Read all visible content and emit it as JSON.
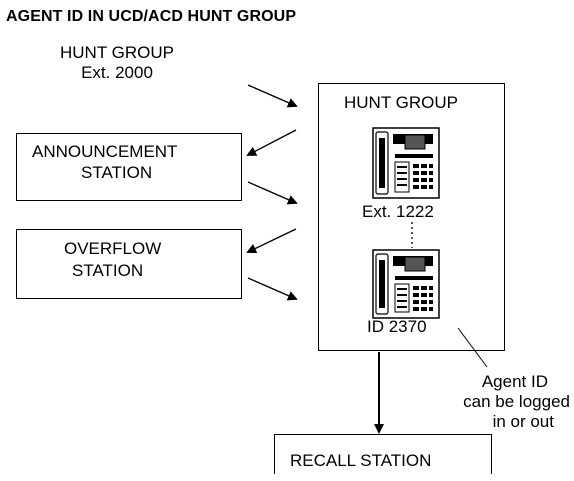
{
  "title": "AGENT ID IN UCD/ACD HUNT GROUP",
  "hunt_group_label": {
    "line1": "HUNT GROUP",
    "line2": "Ext. 2000"
  },
  "announcement_station": {
    "line1": "ANNOUNCEMENT",
    "line2": "STATION"
  },
  "overflow_station": {
    "line1": "OVERFLOW",
    "line2": "STATION"
  },
  "hunt_group_box": {
    "title": "HUNT GROUP",
    "phone1_label": "Ext. 1222",
    "phone2_label": "ID 2370"
  },
  "agent_note": {
    "line1": "Agent ID",
    "line2": "can be logged",
    "line3": "in or out"
  },
  "recall_station": "RECALL STATION"
}
